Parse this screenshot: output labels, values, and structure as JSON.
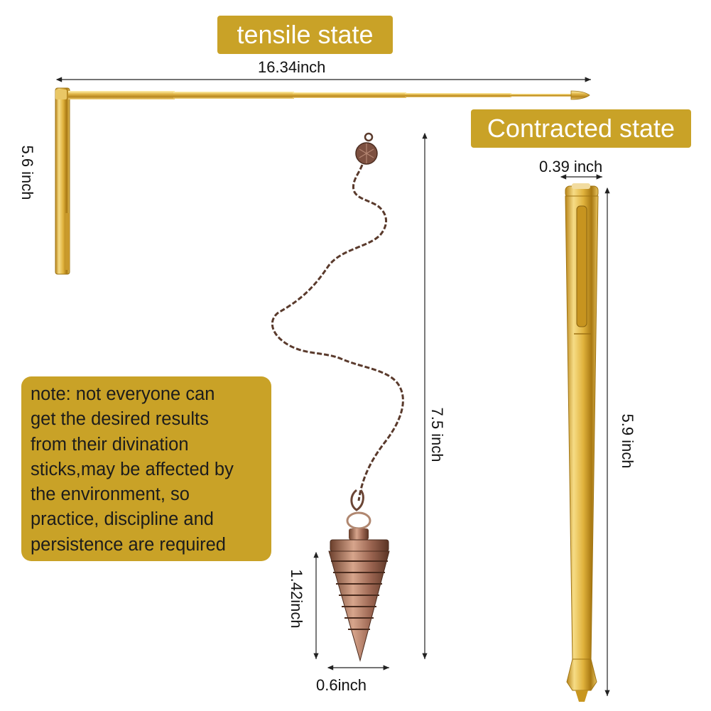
{
  "badges": {
    "tensile": "tensile state",
    "contracted": "Contracted state"
  },
  "dimensions": {
    "rod_length": "16.34inch",
    "rod_handle": "5.6 inch",
    "pendulum_chain": "7.5 inch",
    "pendulum_height": "1.42inch",
    "pendulum_width": "0.6inch",
    "pen_width": "0.39 inch",
    "pen_length": "5.9 inch"
  },
  "note": {
    "lines": [
      "note: not everyone can",
      "get the desired results",
      "from their divination",
      "sticks,may be affected by",
      "the environment, so",
      "practice, discipline and",
      "persistence are required"
    ]
  },
  "colors": {
    "badge_bg": "#c9a227",
    "gold": "#d4a72c",
    "copper": "#8a5a44"
  }
}
